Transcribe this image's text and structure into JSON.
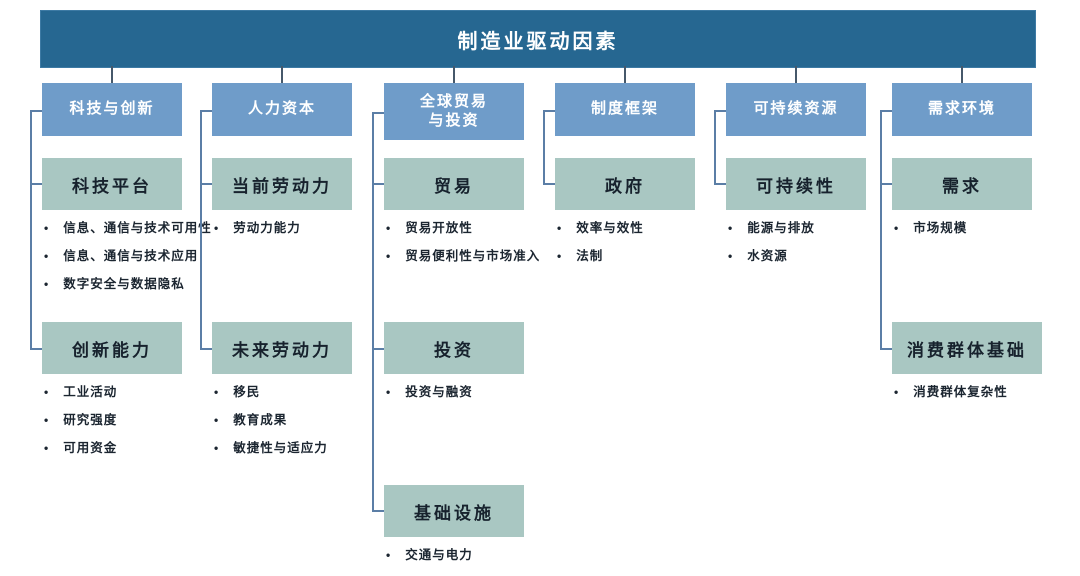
{
  "title": "制造业驱动因素",
  "colors": {
    "root_bg": "#266791",
    "branch_bg": "#6f9cc9",
    "leaf_bg": "#a9c7c2",
    "connector": "#5b7ea6",
    "root_text": "#ffffff",
    "leaf_text": "#17222d"
  },
  "columns": [
    {
      "header": "科技与创新",
      "groups": [
        {
          "label": "科技平台",
          "bullets": [
            "信息、通信与技术可用性",
            "信息、通信与技术应用",
            "数字安全与数据隐私"
          ]
        },
        {
          "label": "创新能力",
          "bullets": [
            "工业活动",
            "研究强度",
            "可用资金"
          ]
        }
      ]
    },
    {
      "header": "人力资本",
      "groups": [
        {
          "label": "当前劳动力",
          "bullets": [
            "劳动力能力"
          ]
        },
        {
          "label": "未来劳动力",
          "bullets": [
            "移民",
            "教育成果",
            "敏捷性与适应力"
          ]
        }
      ]
    },
    {
      "header": "全球贸易与投资",
      "groups": [
        {
          "label": "贸易",
          "bullets": [
            "贸易开放性",
            "贸易便利性与市场准入"
          ]
        },
        {
          "label": "投资",
          "bullets": [
            "投资与融资"
          ]
        },
        {
          "label": "基础设施",
          "bullets": [
            "交通与电力"
          ]
        }
      ]
    },
    {
      "header": "制度框架",
      "groups": [
        {
          "label": "政府",
          "bullets": [
            "效率与效性",
            "法制"
          ]
        }
      ]
    },
    {
      "header": "可持续资源",
      "groups": [
        {
          "label": "可持续性",
          "bullets": [
            "能源与排放",
            "水资源"
          ]
        }
      ]
    },
    {
      "header": "需求环境",
      "groups": [
        {
          "label": "需求",
          "bullets": [
            "市场规模"
          ]
        },
        {
          "label": "消费群体基础",
          "bullets": [
            "消费群体复杂性"
          ]
        }
      ]
    }
  ]
}
